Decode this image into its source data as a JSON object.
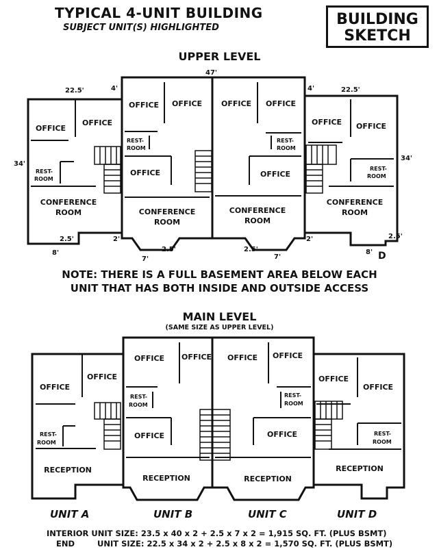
{
  "header": {
    "title": "TYPICAL 4-UNIT BUILDING",
    "subtitle": "SUBJECT UNIT(S) HIGHLIGHTED",
    "badge_line1": "BUILDING",
    "badge_line2": "SKETCH"
  },
  "upper_level": {
    "heading": "UPPER LEVEL",
    "dimensions": {
      "total_width": "47'",
      "end_width": "22.5'",
      "offset": "4'",
      "end_depth": "34'",
      "bump_depth": "2.5'",
      "bump_width_end": "8'",
      "bump_width_interior": "7'",
      "step": "2'",
      "bay": "2.5'"
    },
    "rooms": {
      "office": "OFFICE",
      "restroom_line1": "REST-",
      "restroom_line2": "ROOM",
      "conference_line1": "CONFERENCE",
      "conference_line2": "ROOM"
    },
    "mark": "D"
  },
  "note": {
    "line1": "NOTE: THERE IS A FULL BASEMENT AREA BELOW EACH",
    "line2": "UNIT THAT HAS BOTH INSIDE AND OUTSIDE ACCESS"
  },
  "main_level": {
    "heading": "MAIN LEVEL",
    "subheading": "(SAME SIZE AS UPPER LEVEL)",
    "rooms": {
      "office": "OFFICE",
      "restroom_line1": "REST-",
      "restroom_line2": "ROOM",
      "reception": "RECEPTION"
    }
  },
  "units": [
    "UNIT A",
    "UNIT B",
    "UNIT C",
    "UNIT D"
  ],
  "sizes": {
    "interior_label": "INTERIOR UNIT SIZE:",
    "interior_value": "23.5 x 40 x 2 + 2.5 x 7 x 2 = 1,915 SQ. FT. (PLUS BSMT)",
    "end_label": "END",
    "end_value": "UNIT SIZE: 22.5 x 34 x 2 + 2.5 x 8 x 2 = 1,570 SQ. FT. (PLUS BSMT)"
  }
}
